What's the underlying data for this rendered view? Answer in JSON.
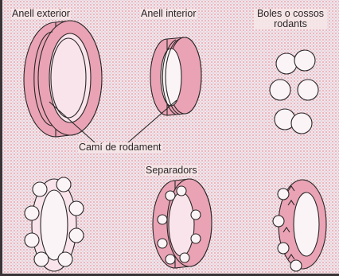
{
  "labels": {
    "outer_ring": "Anell exterior",
    "inner_ring": "Anell interior",
    "rolling_elements_line1": "Boles o cossos",
    "rolling_elements_line2": "rodants",
    "raceway": "Camí de rodament",
    "separators": "Separadors"
  },
  "colors": {
    "background": "#f6e6e8",
    "ring_fill": "#e9a3b4",
    "outline": "#2a2628"
  }
}
